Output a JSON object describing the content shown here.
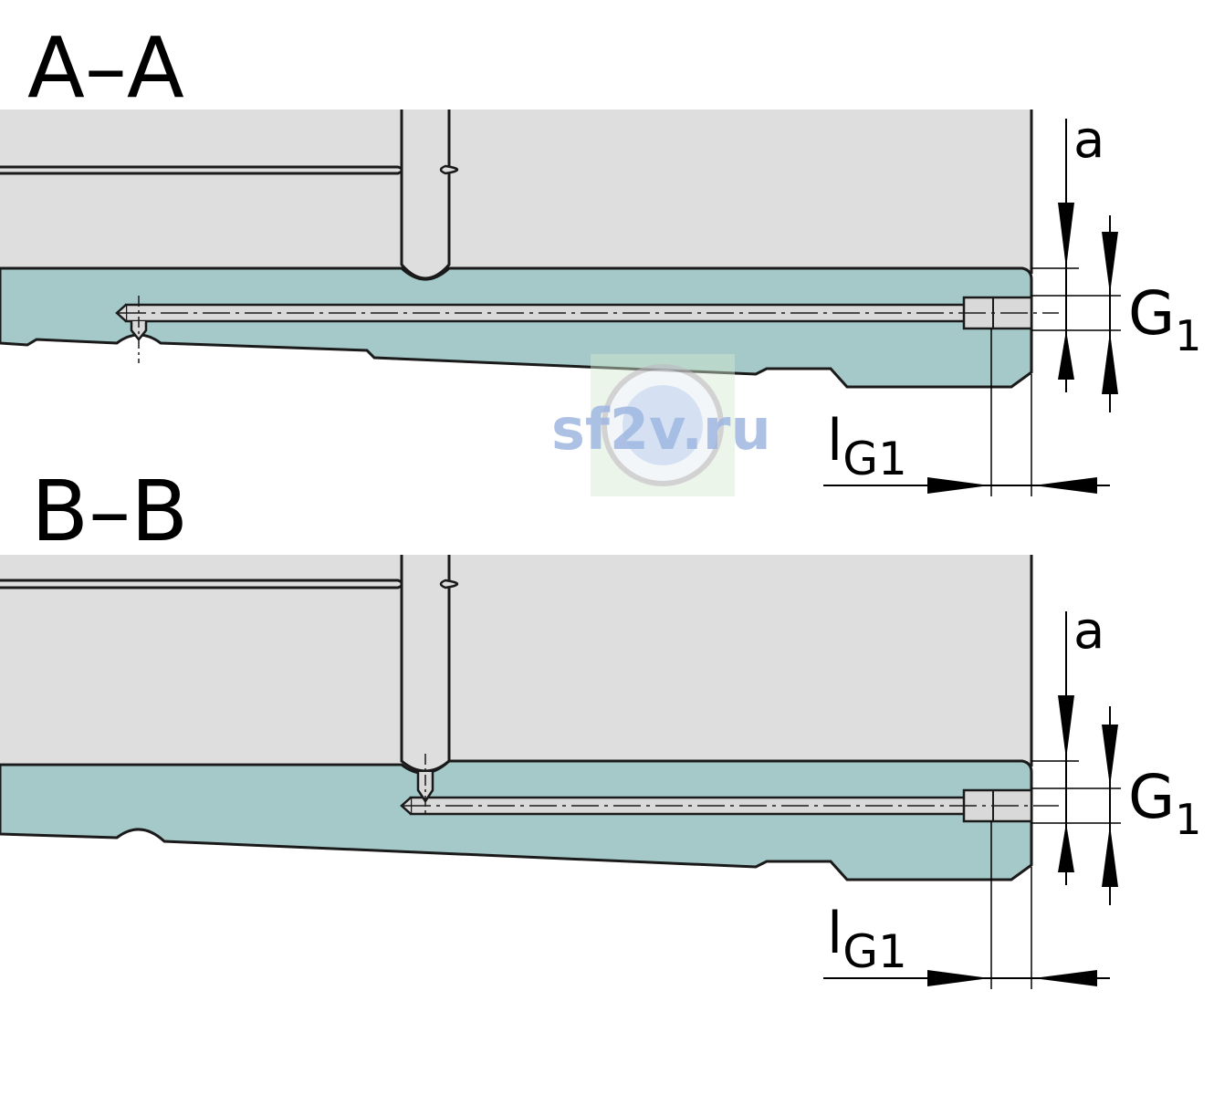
{
  "sections": [
    {
      "id": "aa",
      "title": "A–A",
      "labels": {
        "a": "a",
        "g_main": "G",
        "g_sub": "1",
        "l_main": "l",
        "l_sub": "G1"
      }
    },
    {
      "id": "bb",
      "title": "B–B",
      "labels": {
        "a": "a",
        "g_main": "G",
        "g_sub": "1",
        "l_main": "l",
        "l_sub": "G1"
      }
    }
  ],
  "watermark": {
    "text": "sf2v.ru"
  },
  "colors": {
    "housing": "#dedede",
    "rail": "#a5c9c9",
    "bore": "#d9d9d9",
    "line": "#1a1a1a",
    "watermark": "#7f9fd8"
  }
}
